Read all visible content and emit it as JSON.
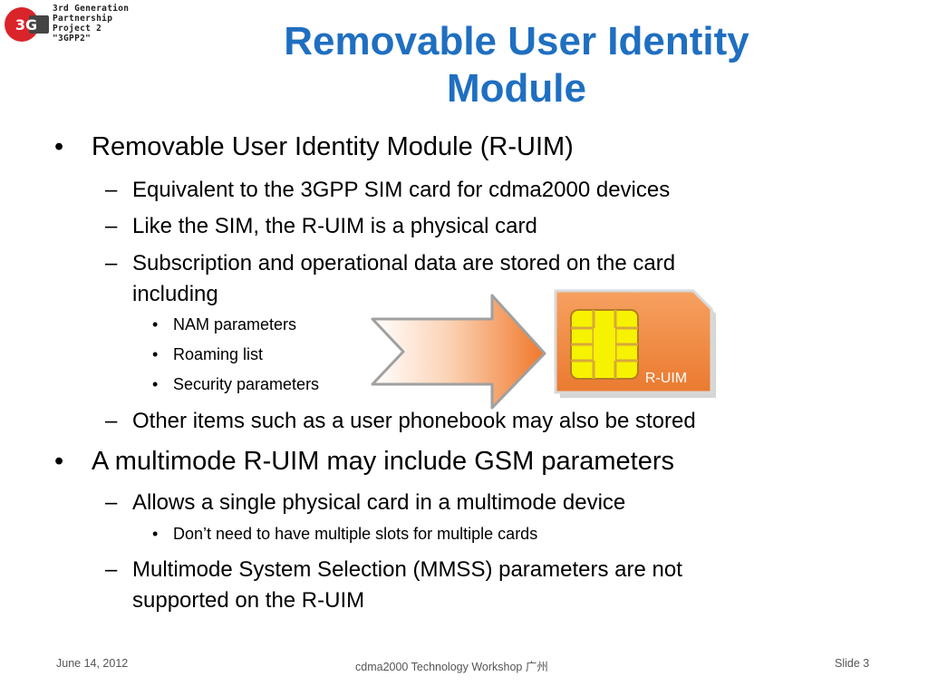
{
  "logo": {
    "badge": "3G",
    "lines": [
      "3rd Generation",
      "Partnership",
      "Project 2",
      "\"3GPP2\""
    ]
  },
  "title": {
    "line1": "Removable User Identity",
    "line2": "Module"
  },
  "bullets": {
    "b1": "Removable User Identity Module (R-UIM)",
    "b1_1": "Equivalent to the 3GPP SIM card for cdma2000 devices",
    "b1_2": "Like the SIM, the R-UIM is a physical card",
    "b1_3_line1": "Subscription and operational data are stored on the card",
    "b1_3_line2": "including",
    "b1_3_1": "NAM parameters",
    "b1_3_2": "Roaming list",
    "b1_3_3": "Security parameters",
    "b1_4": "Other items such as a user phonebook may also be stored",
    "b2": "A multimode R-UIM may include GSM parameters",
    "b2_1": "Allows a single physical card in a multimode device",
    "b2_1_1": "Don’t need to have multiple slots for multiple cards",
    "b2_2_line1": "Multimode System Selection (MMSS) parameters are not",
    "b2_2_line2": "supported on the R-UIM"
  },
  "symbols": {
    "dot": "•",
    "dash": "–"
  },
  "graphic": {
    "card_label": "R-UIM",
    "card_color": "#f08a3c",
    "chip_color": "#f6f200"
  },
  "footer": {
    "date": "June 14, 2012",
    "center": "cdma2000 Technology Workshop 广州",
    "slide": "Slide 3"
  },
  "colors": {
    "title": "#1f6fc1",
    "logo_red": "#d9242a"
  }
}
